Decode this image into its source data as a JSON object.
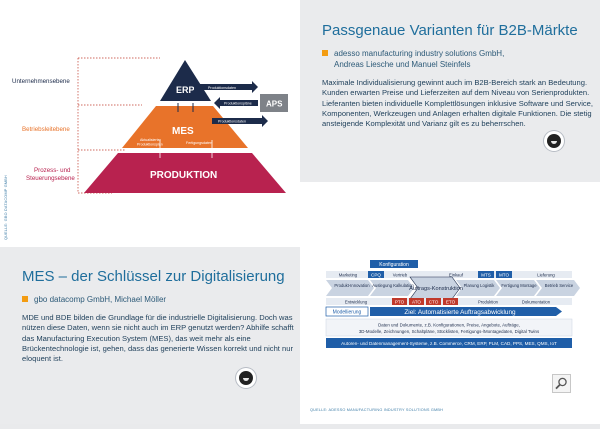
{
  "diagram1": {
    "levels": {
      "enterprise": "Unternehmensebene",
      "operations": "Betriebsleitebene",
      "process_line1": "Prozess- und",
      "process_line2": "Steuerungsebene"
    },
    "layers": {
      "erp": "ERP",
      "mes": "MES",
      "production": "PRODUKTION",
      "aps": "APS"
    },
    "arrows": {
      "production_data_top": "Produktionsdaten",
      "production_plans": "Produktionspläne",
      "production_data_mid": "Produktionsdaten",
      "current_plans_line1": "Aktualisierter",
      "current_plans_line2": "Produktionsplan",
      "manufacturing_data": "Fertigungsdaten"
    },
    "source": "QUELLE: GBO DATACOMP GMBH",
    "colors": {
      "erp": "#1c2b4a",
      "mes": "#e8732a",
      "production": "#b8224f",
      "aps": "#7e8288",
      "arrow": "#1c2b4a"
    }
  },
  "article1": {
    "title": "Passgenaue Varianten für B2B-Märkte",
    "authors_line1": "adesso manufacturing industry solutions GmbH,",
    "authors_line2": "Andreas Liesche und Manuel Steinfels",
    "body": "Maximale Individualisierung gewinnt auch im B2B-Bereich stark an Bedeutung. Kunden erwarten Preise und Lieferzeiten auf dem Niveau von Serienprodukten. Lieferanten bieten individuelle Komplettlösungen inklusive Software und Service, Komponenten, Werkzeugen und Anlagen erhalten digitale Funktionen. Die stetig ansteigende Komplexität und Varianz gilt es zu beherrschen."
  },
  "article2": {
    "title": "MES – der Schlüssel zur Digitalisierung",
    "authors": "gbo datacomp GmbH, Michael Möller",
    "body": "MDE und BDE bilden die Grundlage für die industrielle Digitalisierung. Doch was nützen diese Daten, wenn sie nicht auch im ERP genutzt werden? Abhilfe schafft das Manufacturing Execution System (MES), das weit mehr als eine Brückentechnologie ist, gehen, dass das generierte Wissen korrekt und nicht nur eloquent ist."
  },
  "diagram2": {
    "configuration": "Konfiguration",
    "top_labels": [
      "Marketing",
      "CPQ",
      "Vertrieb",
      "Einkauf",
      "MTS",
      "MTO",
      "Lieferung"
    ],
    "steps": [
      "Produkt-Innovation",
      "Auslegung Kalkulation",
      "Auftrags-Konstruktion",
      "Planung Logistik",
      "Fertigung Montage",
      "Betrieb Service"
    ],
    "bottom_labels": [
      "Entwicklung",
      "PTO",
      "ATO",
      "CTO",
      "ETO",
      "Produktion",
      "Dokumentation"
    ],
    "modelling": "Modellierung",
    "goal": "Ziel: Automatisierte Auftragsabwicklung",
    "data_line1": "Daten und Dokumente, z.B. Konfigurationen, Preise, Angebote, Aufträge,",
    "data_line2": "3D-Modelle, Zeichnungen, Schaltpläne, Stücklisten, Fertigungs-/Montagedaten, Digital Twins",
    "systems": "Autoren- und Datenmanagement-Systeme, z.B. Commerce, CRM, ERP, PLM, CAD, PPS, MES, QMS, IoT",
    "source": "QUELLE: ADESSO MANUFACTURING INDUSTRY SOLUTIONS GMBH",
    "colors": {
      "blue": "#1f5ea8",
      "red": "#c0392b",
      "light": "#c9d3e1"
    }
  }
}
